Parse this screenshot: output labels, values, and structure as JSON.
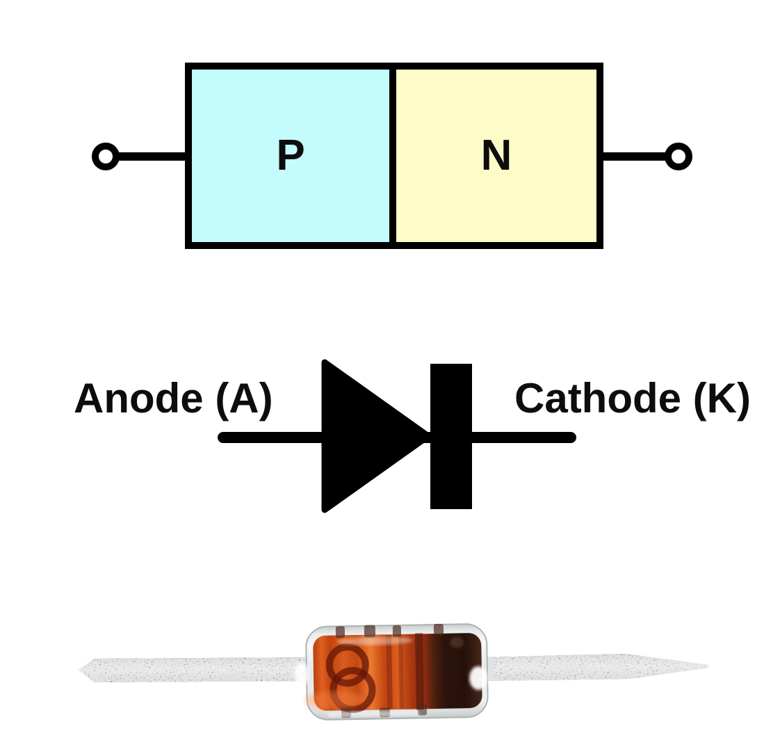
{
  "figure": {
    "background": "#ffffff",
    "ink": "#000000"
  },
  "pn_diagram": {
    "p_region": {
      "label": "P",
      "fill": "#c4fbfd"
    },
    "n_region": {
      "label": "N",
      "fill": "#fdfcc8"
    }
  },
  "schematic": {
    "anode_label": "Anode (A)",
    "cathode_label": "Cathode (K)"
  },
  "photo": {
    "subject": "glass axial diode with copper-orange core, dark cathode band and silver leads",
    "lead_color": "#c6cdcf",
    "body_color": "#cc4e18",
    "band_color": "#2a130c",
    "glass_color": "#e9eded"
  }
}
